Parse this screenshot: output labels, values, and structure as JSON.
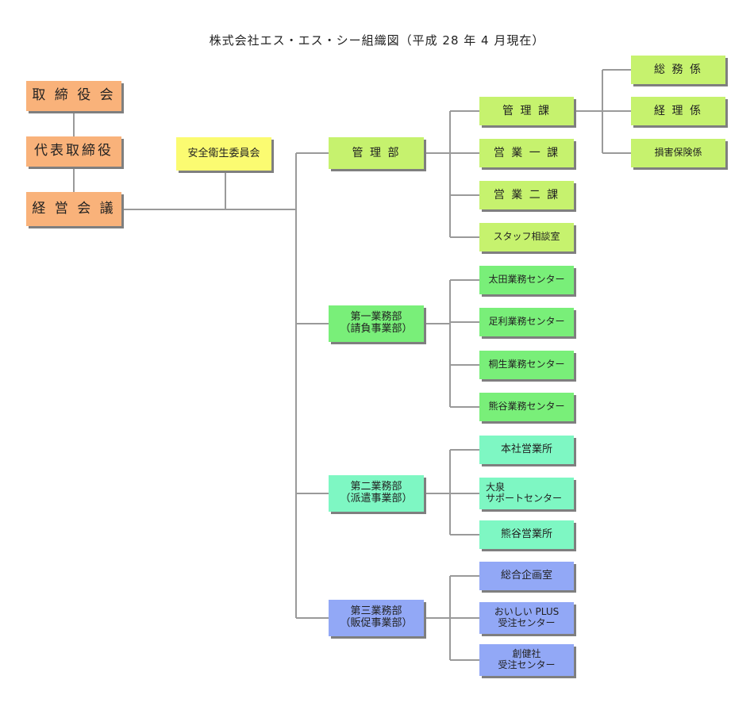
{
  "title": "株式会社エス・エス・シー組織図（平成 28 年 4 月現在）",
  "colors": {
    "executive": "#f9b27a",
    "safety": "#fbfb71",
    "management": "#c6f26e",
    "operations1": "#79ef79",
    "operations2": "#7ef7c3",
    "operations3": "#92a8f6",
    "connector": "#9a9a9a"
  },
  "executive": {
    "board": "取 締 役 会",
    "representative": "代表取締役",
    "council": "経 営 会 議"
  },
  "safety_committee": "安全衛生委員会",
  "management_dept": {
    "name": "管 理 部",
    "sections": [
      "管 理 課",
      "営 業 一 課",
      "営 業 二 課",
      "スタッフ相談室"
    ],
    "subsections": [
      "総 務 係",
      "経 理 係",
      "損害保険係"
    ]
  },
  "ops1": {
    "name": [
      "第一業務部",
      "（請負事業部）"
    ],
    "centers": [
      "太田業務センター",
      "足利業務センター",
      "桐生業務センター",
      "熊谷業務センター"
    ]
  },
  "ops2": {
    "name": [
      "第二業務部",
      "（派遣事業部）"
    ],
    "offices": [
      "本社営業所",
      [
        "大泉",
        "サポートセンター"
      ],
      "熊谷営業所"
    ]
  },
  "ops3": {
    "name": [
      "第三業務部",
      "（販促事業部）"
    ],
    "units": [
      "総合企画室",
      [
        "おいしい PLUS",
        "受注センター"
      ],
      [
        "創健社",
        "受注センター"
      ]
    ]
  }
}
